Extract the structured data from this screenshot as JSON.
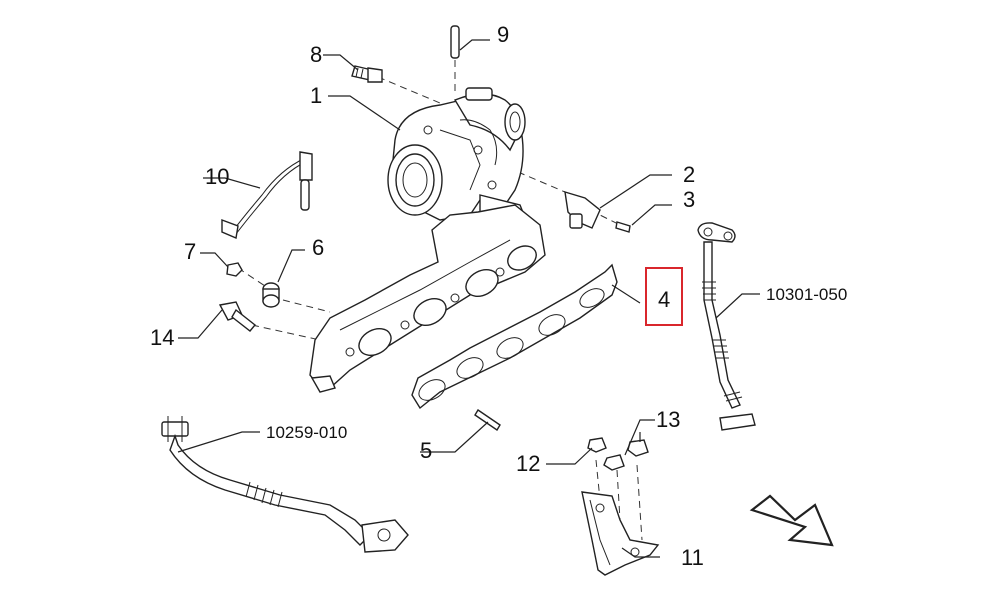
{
  "callouts": {
    "c1": "1",
    "c2": "2",
    "c3": "3",
    "c4": "4",
    "c5": "5",
    "c6": "6",
    "c7": "7",
    "c8": "8",
    "c9": "9",
    "c10": "10",
    "c11": "11",
    "c12": "12",
    "c13": "13",
    "c14": "14",
    "ref_pipe_right": "10301-050",
    "ref_pipe_bottom": "10259-010"
  },
  "highlight": {
    "target": "4",
    "color": "#d9262c"
  }
}
